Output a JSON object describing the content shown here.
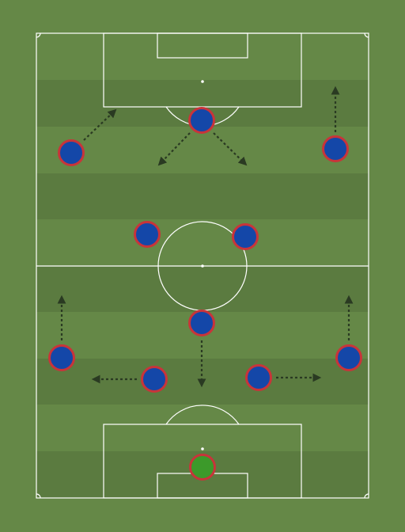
{
  "board": {
    "colors": {
      "grass": "#658847",
      "stripe_dark": "#5b7b40",
      "lines": "#ffffff",
      "player_fill": "#1447a8",
      "player_ring": "#c8343a",
      "goalkeeper_fill": "#3c9a2a",
      "arrow": "#2a3a22"
    },
    "icons": {
      "player": "circle-token",
      "goalkeeper": "circle-token",
      "movement": "dotted-arrow"
    }
  },
  "players": [
    {
      "id": "gk",
      "role": "goalkeeper"
    },
    {
      "id": "lb",
      "role": "outfield"
    },
    {
      "id": "lcm",
      "role": "outfield"
    },
    {
      "id": "dm",
      "role": "outfield"
    },
    {
      "id": "rcm",
      "role": "outfield"
    },
    {
      "id": "rb",
      "role": "outfield"
    },
    {
      "id": "lcb",
      "role": "outfield"
    },
    {
      "id": "rcb",
      "role": "outfield"
    },
    {
      "id": "lw",
      "role": "outfield"
    },
    {
      "id": "st",
      "role": "outfield"
    },
    {
      "id": "rw",
      "role": "outfield"
    }
  ],
  "moves": [
    {
      "from": "lb",
      "direction": "up"
    },
    {
      "from": "rb",
      "direction": "up"
    },
    {
      "from": "lcm",
      "direction": "left"
    },
    {
      "from": "rcm",
      "direction": "right"
    },
    {
      "from": "dm",
      "direction": "down"
    },
    {
      "from": "lw",
      "direction": "up-right"
    },
    {
      "from": "st",
      "direction": "down-left"
    },
    {
      "from": "st",
      "direction": "down-right"
    },
    {
      "from": "rw",
      "direction": "up"
    }
  ]
}
